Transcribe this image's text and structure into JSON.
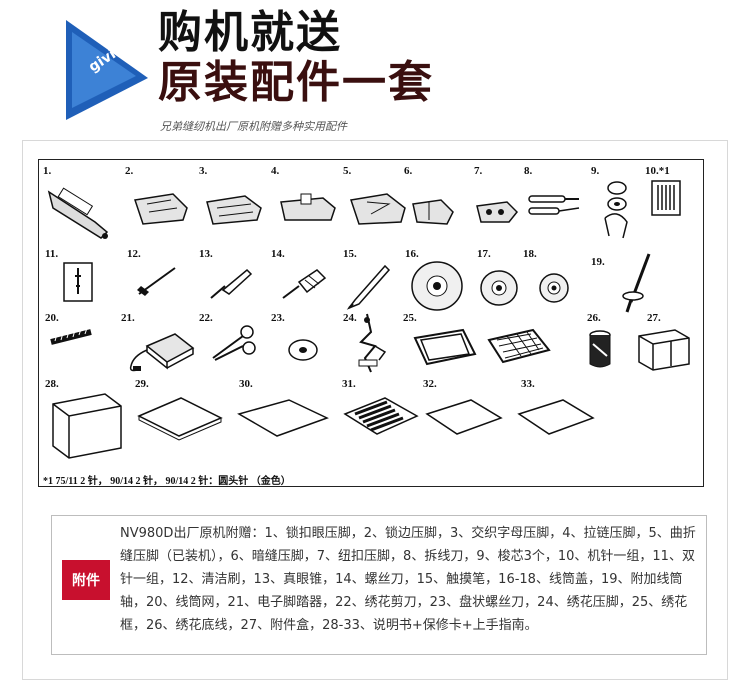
{
  "header": {
    "badge": "giving",
    "title_line1": "购机就送",
    "title_line2": "原装配件一套",
    "subtitle": "兄弟缝纫机出厂原机附赠多种实用配件"
  },
  "items": [
    {
      "num": "1."
    },
    {
      "num": "2."
    },
    {
      "num": "3."
    },
    {
      "num": "4."
    },
    {
      "num": "5."
    },
    {
      "num": "6."
    },
    {
      "num": "7."
    },
    {
      "num": "8."
    },
    {
      "num": "9."
    },
    {
      "num": "10.*1"
    },
    {
      "num": "11."
    },
    {
      "num": "12."
    },
    {
      "num": "13."
    },
    {
      "num": "14."
    },
    {
      "num": "15."
    },
    {
      "num": "16."
    },
    {
      "num": "17."
    },
    {
      "num": "18."
    },
    {
      "num": "19."
    },
    {
      "num": "20."
    },
    {
      "num": "21."
    },
    {
      "num": "22."
    },
    {
      "num": "23."
    },
    {
      "num": "24."
    },
    {
      "num": "25."
    },
    {
      "num": "26."
    },
    {
      "num": "27."
    },
    {
      "num": "28."
    },
    {
      "num": "29."
    },
    {
      "num": "30."
    },
    {
      "num": "31."
    },
    {
      "num": "32."
    },
    {
      "num": "33."
    }
  ],
  "footnote": "*1   75/11 2 针， 90/14 2 针， 90/14 2 针：圆头针 （金色）",
  "description": {
    "tag": "附件",
    "text": "NV980D出厂原机附赠：1、锁扣眼压脚，2、锁边压脚，3、交织字母压脚，4、拉链压脚，5、曲折缝压脚（已装机），6、暗缝压脚，7、纽扣压脚，8、拆线刀，9、梭芯3个，10、机针一组，11、双针一组，12、清洁刷，13、真眼锥，14、螺丝刀，15、触摸笔，16-18、线筒盖，19、附加线筒轴，20、线筒网，21、电子脚踏器，22、绣花剪刀，23、盘状螺丝刀，24、绣花压脚，25、绣花框，26、绣花底线，27、附件盒，28-33、说明书+保修卡+上手指南。"
  },
  "colors": {
    "badge_blue": "#2b6cc4",
    "tag_red": "#c8102e",
    "title_dark": "#111111"
  }
}
